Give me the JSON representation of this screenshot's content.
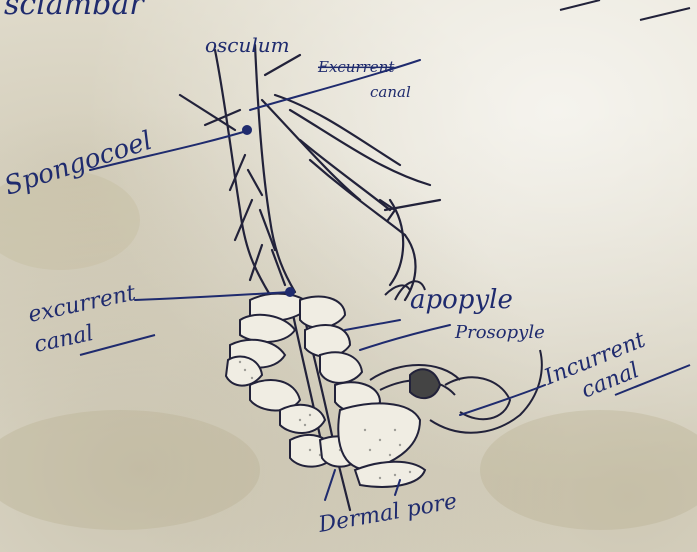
{
  "top_scrawl": "sclambar",
  "labels": {
    "osculum": "osculum",
    "excurrent_canal_top_1": "Excurrent",
    "excurrent_canal_top_2": "canal",
    "spongocoel": "Spongocoel",
    "excurrent_canal_1": "excurrent",
    "excurrent_canal_2": "canal",
    "apopyle": "apopyle",
    "prosopyle": "Prosopyle",
    "incurrent_canal_1": "Incurrent",
    "incurrent_canal_2": "canal",
    "dermal_pore": "Dermal pore"
  },
  "colors": {
    "ink_dark": "#22223a",
    "ink_blue": "#1f2b6e",
    "paper": "#e6e2d4"
  }
}
